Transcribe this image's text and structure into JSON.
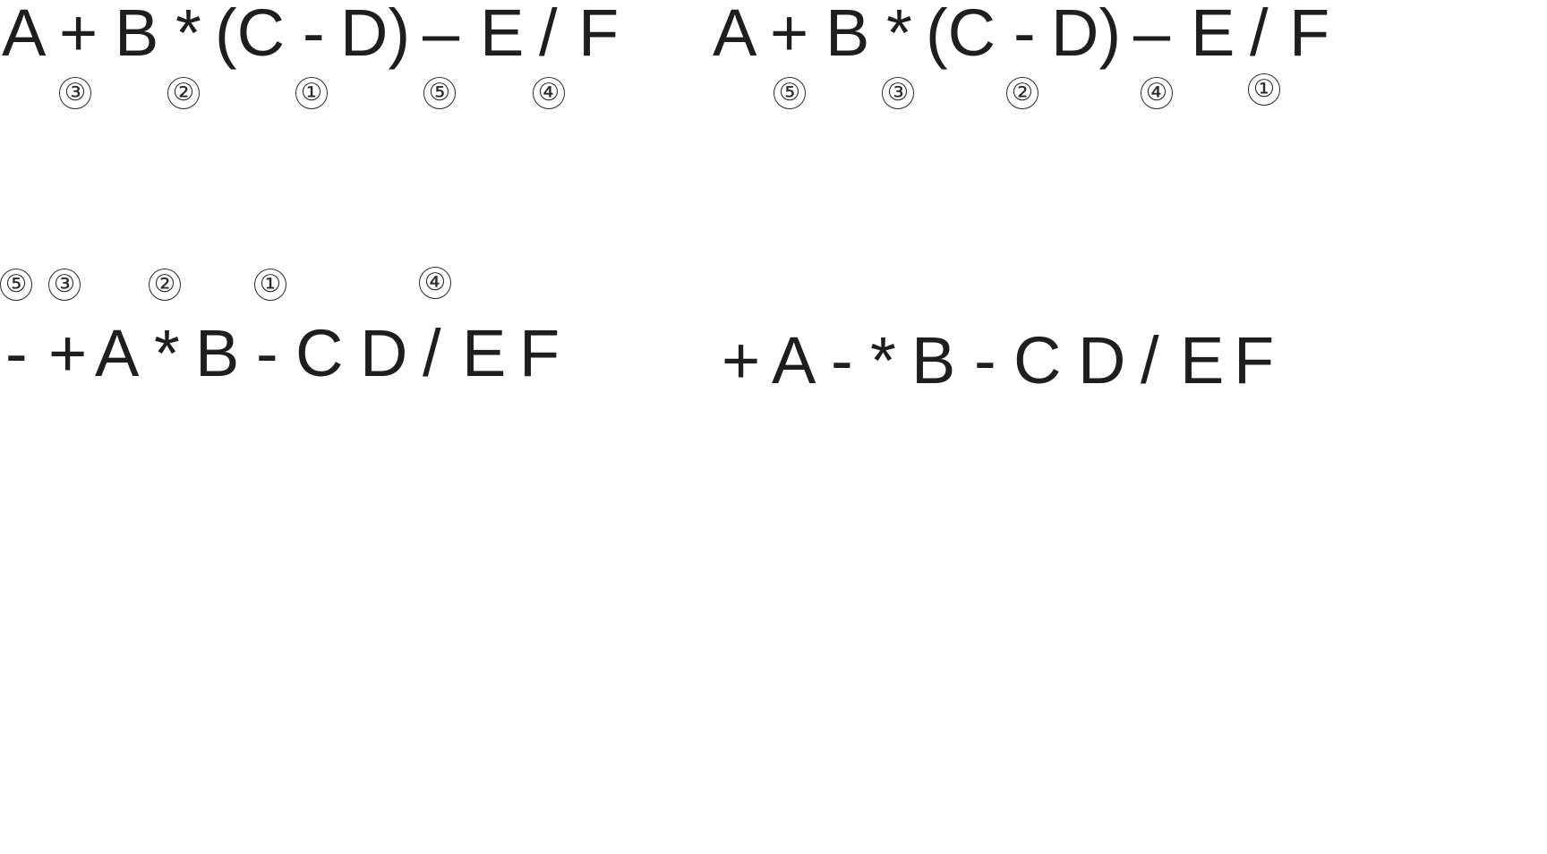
{
  "panels": {
    "infix_eval_order": {
      "tokens": [
        "A",
        "+",
        "B",
        "*",
        "(C",
        "-",
        "D)",
        "–",
        "E",
        "/",
        "F"
      ],
      "marks": [
        "③",
        "②",
        "①",
        "⑤",
        "④"
      ]
    },
    "infix_stack_order": {
      "tokens": [
        "A",
        "+",
        "B",
        "*",
        "(C",
        "-",
        "D)",
        "–",
        "E",
        "/",
        "F"
      ],
      "marks": [
        "⑤",
        "③",
        "②",
        "④",
        "①"
      ]
    },
    "prefix_with_marks": {
      "tokens": [
        "-",
        "+",
        "A",
        "*",
        "B",
        "-",
        "C",
        "D",
        "/",
        "E",
        "F"
      ],
      "marks": [
        "⑤",
        "③",
        "②",
        "①",
        "④"
      ]
    },
    "prefix_reordered": {
      "tokens": [
        "+",
        "A",
        "-",
        "*",
        "B",
        "-",
        "C",
        "D",
        "/",
        "E",
        "F"
      ]
    }
  }
}
